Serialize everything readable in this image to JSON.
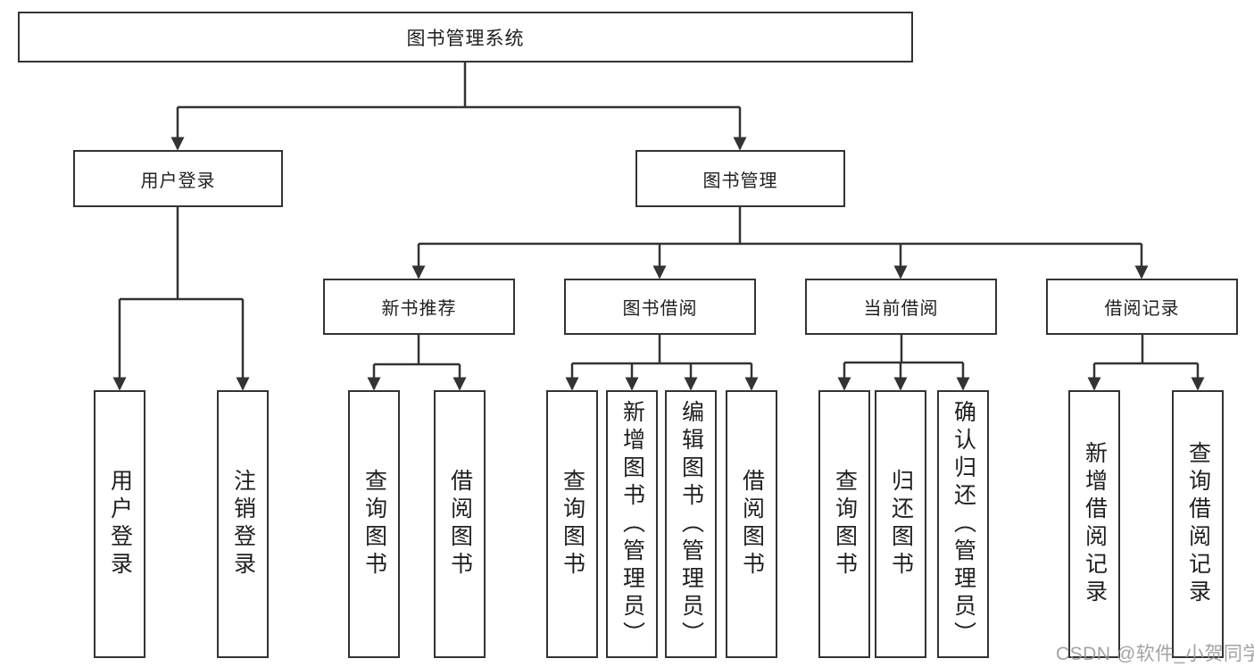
{
  "diagram": {
    "type": "hierarchy-tree",
    "tree": {
      "label": "图书管理系统",
      "children": [
        {
          "label": "用户登录",
          "children": [
            {
              "label": "用户登录"
            },
            {
              "label": "注销登录"
            }
          ]
        },
        {
          "label": "图书管理",
          "children": [
            {
              "label": "新书推荐",
              "children": [
                {
                  "label": "查询图书"
                },
                {
                  "label": "借阅图书"
                }
              ]
            },
            {
              "label": "图书借阅",
              "children": [
                {
                  "label": "查询图书"
                },
                {
                  "label": "新增图书（管理员）"
                },
                {
                  "label": "编辑图书（管理员）"
                },
                {
                  "label": "借阅图书"
                }
              ]
            },
            {
              "label": "当前借阅",
              "children": [
                {
                  "label": "查询图书"
                },
                {
                  "label": "归还图书"
                },
                {
                  "label": "确认归还（管理员）"
                }
              ]
            },
            {
              "label": "借阅记录",
              "children": [
                {
                  "label": "新增借阅记录"
                },
                {
                  "label": "查询借阅记录"
                }
              ]
            }
          ]
        }
      ]
    },
    "colors": {
      "line": "#333333",
      "box_border": "#333333",
      "box_fill": "#ffffff",
      "text": "#1f1f1f",
      "watermark": "#969696",
      "background": "#ffffff"
    }
  },
  "watermark": {
    "text": "CSDN @软件_小贺同学"
  }
}
